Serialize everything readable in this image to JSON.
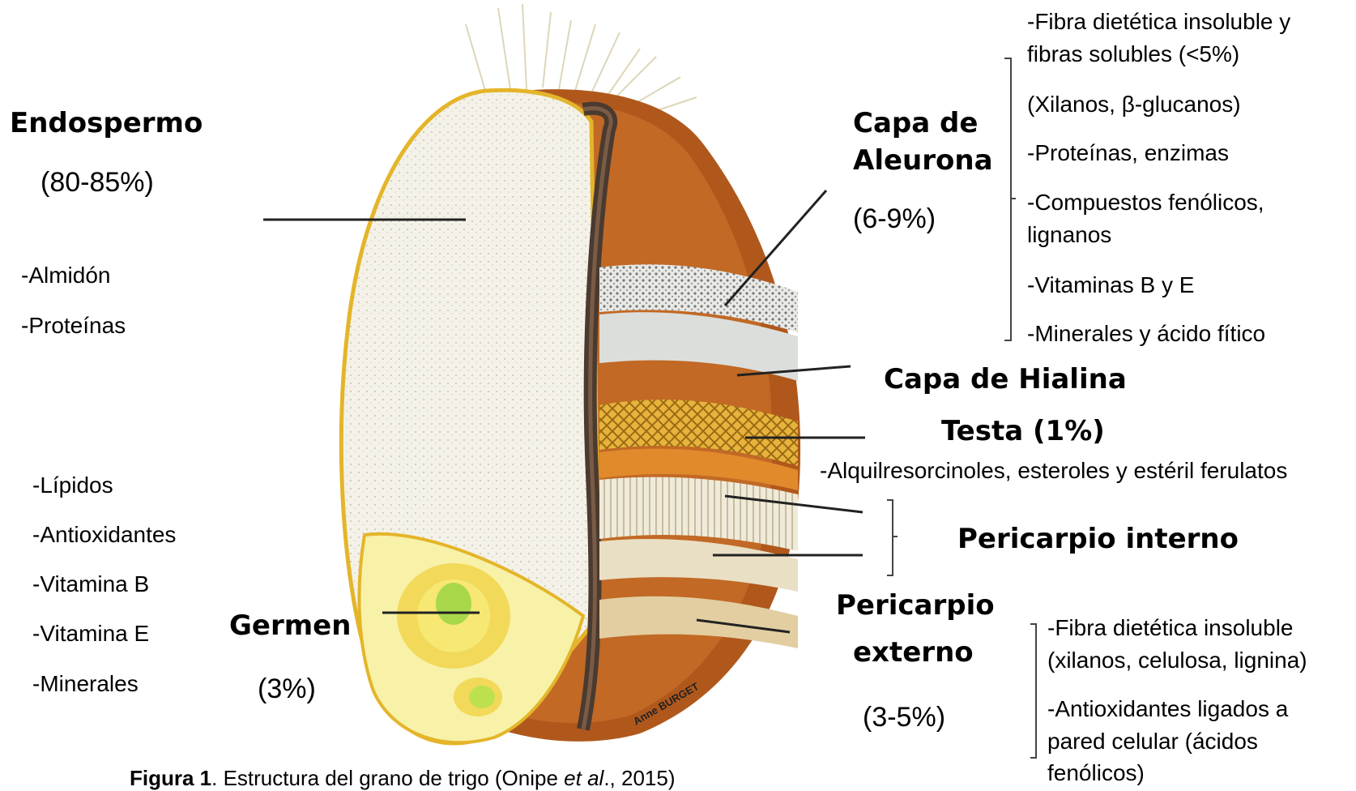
{
  "left": {
    "endosperm_title": "Endospermo",
    "endosperm_pct": "(80-85%)",
    "endosperm_items": [
      "-Almidón",
      "-Proteínas"
    ],
    "germ_items": [
      "-Lípidos",
      "-Antioxidantes",
      "-Vitamina B",
      "-Vitamina E",
      "-Minerales"
    ],
    "germ_title": "Germen",
    "germ_pct": "(3%)"
  },
  "right": {
    "aleurone_title_1": "Capa de",
    "aleurone_title_2": "Aleurona",
    "aleurone_pct": "(6-9%)",
    "aleurone_items": [
      "-Fibra dietética insoluble y",
      "fibras solubles (<5%)",
      "(Xilanos, β-glucanos)",
      " -Proteínas, enzimas",
      "-Compuestos fenólicos,",
      "lignanos",
      "-Vitaminas B  y E",
      "-Minerales y ácido fítico"
    ],
    "hyaline_title": "Capa de Hialina",
    "testa_title": "Testa (1%)",
    "testa_items": "-Alquilresorcinoles, esteroles y estéril ferulatos",
    "inner_pericarp_title": "Pericarpio interno",
    "outer_pericarp_title_1": "Pericarpio",
    "outer_pericarp_title_2": "externo",
    "outer_pericarp_pct": "(3-5%)",
    "outer_pericarp_items": [
      "-Fibra dietética insoluble",
      "(xilanos, celulosa, lignina)",
      "-Antioxidantes ligados a",
      "pared celular (ácidos",
      "fenólicos)"
    ]
  },
  "artist_signature": "Anne BURGET",
  "caption": {
    "figure": "Figura 1",
    "text_before": ". Estructura del grano de trigo (Onipe ",
    "etal": "et al",
    "text_after": "., 2015)"
  }
}
